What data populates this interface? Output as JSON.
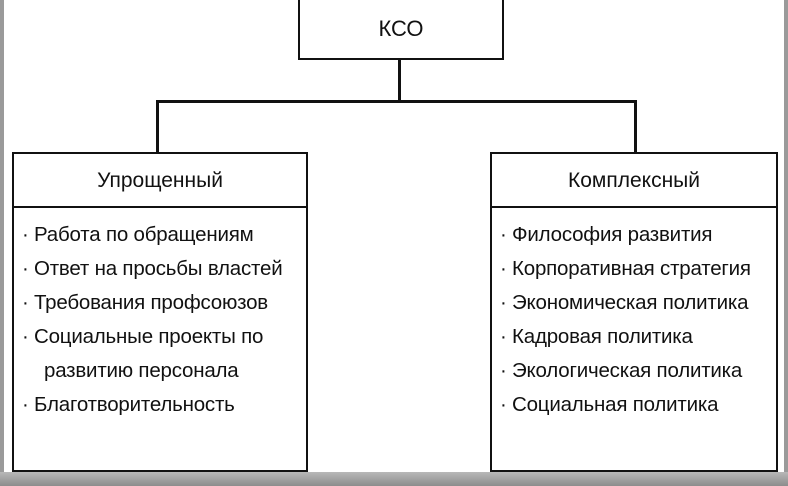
{
  "root": {
    "label": "КСО"
  },
  "left": {
    "title": "Упрощенный",
    "items": [
      "Работа по обращениям",
      "Ответ на просьбы властей",
      "Требования профсоюзов",
      "Социальные проекты по",
      "развитию персонала",
      "Благотворительность"
    ]
  },
  "right": {
    "title": "Комплексный",
    "items": [
      "Философия развития",
      "Корпоративная стратегия",
      "Экономическая политика",
      "Кадровая политика",
      "Экологическая политика",
      "Социальная политика"
    ]
  },
  "bullet": "·"
}
